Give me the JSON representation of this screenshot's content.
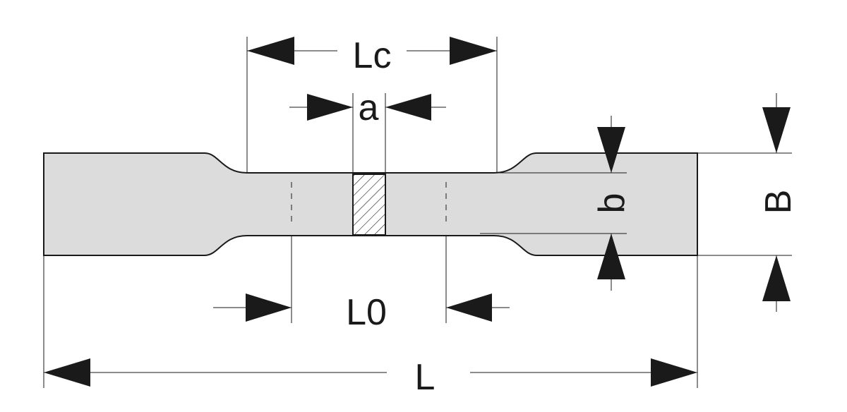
{
  "diagram": {
    "labels": {
      "Lc": "Lc",
      "a": "a",
      "b": "b",
      "B": "B",
      "L0": "L0",
      "L": "L"
    },
    "colors": {
      "specimen_fill": "#dcdcdc",
      "line": "#1a1a1a",
      "hatch_fill": "#ffffff"
    }
  }
}
